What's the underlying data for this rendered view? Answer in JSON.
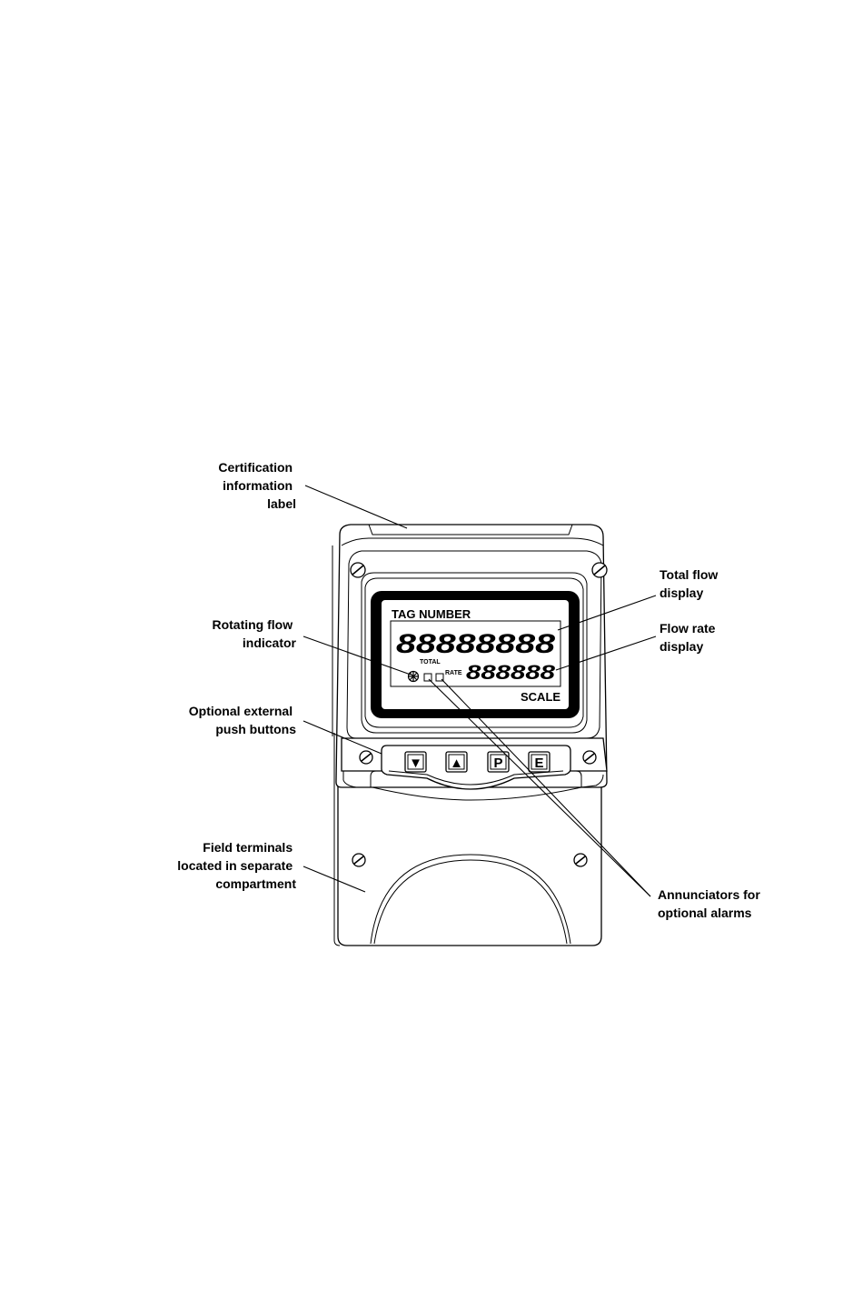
{
  "callouts": {
    "certification": [
      "Certification",
      "information",
      "label"
    ],
    "rotating": [
      "Rotating flow",
      "indicator"
    ],
    "push_buttons": [
      "Optional external",
      "push buttons"
    ],
    "field_terminals": [
      "Field terminals",
      "located in separate",
      "compartment"
    ],
    "total_flow": [
      "Total flow",
      "display"
    ],
    "flow_rate": [
      "Flow rate",
      "display"
    ],
    "annunciators": [
      "Annunciators for",
      "optional alarms"
    ]
  },
  "lcd": {
    "tag": "TAG NUMBER",
    "total_digits": "88888888",
    "total_label": "TOTAL",
    "rate_label": "RATE",
    "rate_digits": "888888",
    "scale": "SCALE"
  },
  "keys": {
    "down": "▼",
    "up": "▲",
    "p": "P",
    "e": "E"
  },
  "colors": {
    "ink": "#000000",
    "paper": "#ffffff",
    "lcd_bezel": "#000000"
  },
  "icons": {
    "screw": "screw-icon",
    "rotor": "rotor-icon"
  }
}
